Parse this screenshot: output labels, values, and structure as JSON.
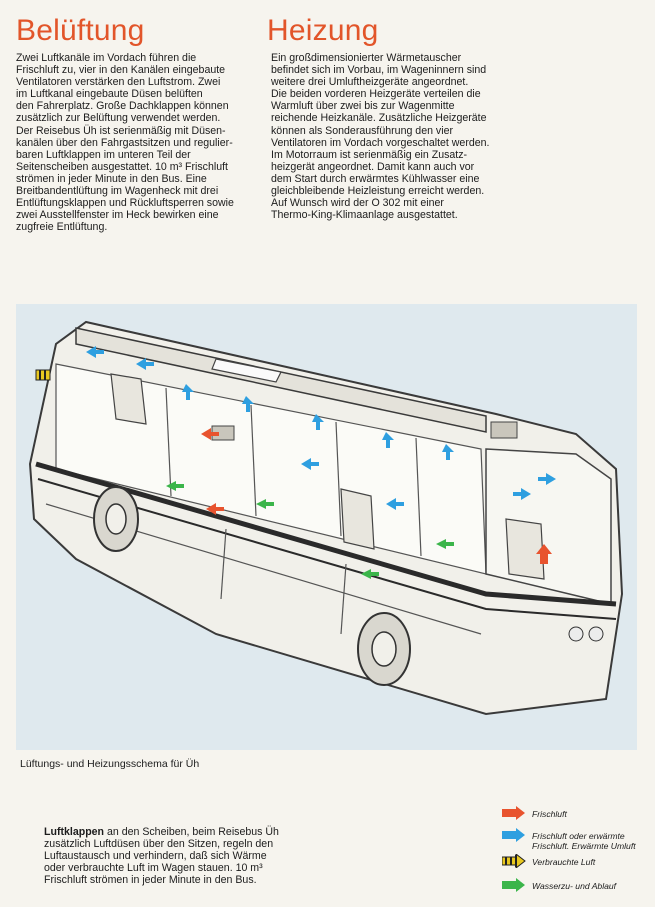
{
  "headings": {
    "ventilation": "Belüftung",
    "heating": "Heizung"
  },
  "ventilation_text": "Zwei Luftkanäle im Vordach führen die\nFrischluft zu, vier in den Kanälen eingebaute\nVentilatoren verstärken den Luftstrom. Zwei\nim Luftkanal eingebaute Düsen belüften\nden Fahrerplatz. Große Dachklappen können\nzusätzlich zur Belüftung verwendet werden.\nDer Reisebus Üh ist serienmäßig mit Düsen-\nkanälen über den Fahrgastsitzen und regulier-\nbaren Luftklappen im unteren Teil der\nSeitenscheiben ausgestattet. 10 m³ Frischluft\nströmen in jeder Minute in den Bus. Eine\nBreitbandentlüftung im Wagenheck mit drei\nEntlüftungsklappen und Rückluftsperren sowie\nzwei Ausstellfenster im Heck bewirken eine\nzugfreie Entlüftung.",
  "heating_text": "Ein großdimensionierter Wärmetauscher\nbefindet sich im Vorbau, im Wageninnern sind\nweitere drei Umluftheizgeräte angeordnet.\nDie beiden vorderen Heizgeräte verteilen die\nWarmluft über zwei bis zur Wagenmitte\nreichende Heizkanäle. Zusätzliche Heizgeräte\nkönnen als Sonderausführung den vier\nVentilatoren im Vordach vorgeschaltet werden.\nIm Motorraum ist serienmäßig ein Zusatz-\nheizgerät angeordnet. Damit kann auch vor\ndem Start durch erwärmtes Kühlwasser eine\ngleichbleibende Heizleistung erreicht werden.\nAuf Wunsch wird der O 302 mit einer\nThermo-King-Klimaanlage ausgestattet.",
  "caption": "Lüftungs- und Heizungsschema für Üh",
  "footnote": {
    "bold": "Luftklappen",
    "text": " an den Scheiben, beim Reisebus Üh zusätzlich Luftdüsen über den Sitzen, regeln den Luftaustausch und verhindern, daß sich Wärme oder verbrauchte Luft im Wagen stauen. 10 m³ Frischluft strömen in jeder Minute in den Bus."
  },
  "legend": [
    {
      "label": "Frischluft",
      "color": "#e8532e",
      "icon": "orange-arrow"
    },
    {
      "label": "Frischluft oder erwärmte Frischluft. Erwärmte Umluft",
      "color": "#2e9fe0",
      "icon": "blue-arrow"
    },
    {
      "label": "Verbrauchte Luft",
      "color": "#e8c820",
      "icon": "striped-arrow"
    },
    {
      "label": "Wasserzu- und Ablauf",
      "color": "#3bb54a",
      "icon": "green-arrow"
    }
  ],
  "colors": {
    "heading": "#e2552a",
    "illustration_bg": "#dfe9ee"
  }
}
